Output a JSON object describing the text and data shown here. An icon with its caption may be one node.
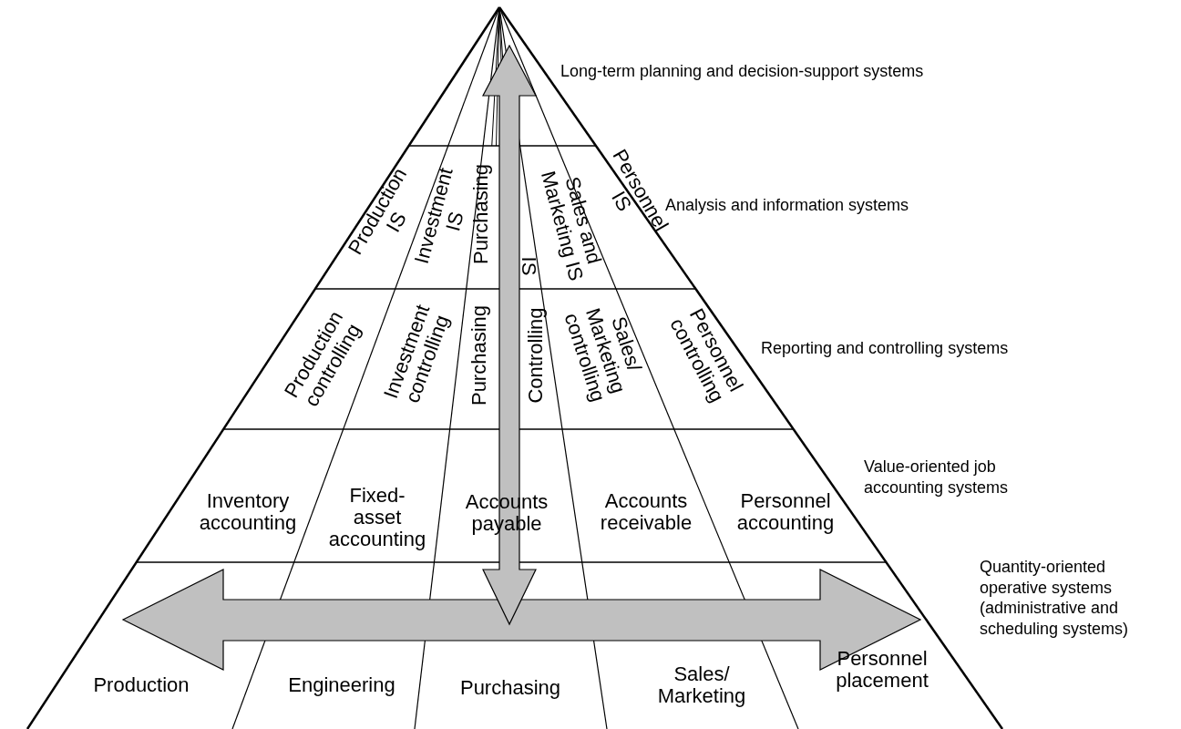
{
  "diagram": {
    "labels": [
      "Long-term planning and decision-support systems",
      "Production IS",
      "Investment IS",
      "Purchasing",
      "IS",
      "Sales and Marketing IS",
      "Personnel IS",
      "Analysis and information systems",
      "Production controlling",
      "Investment controlling",
      "Purchasing",
      "Controlling",
      "Sales/ Marketing controlling",
      "Personnel controlling",
      "Reporting and controlling systems",
      "Inventory accounting",
      "Fixed- asset accounting",
      "Accounts payable",
      "Accounts receivable",
      "Personnel accounting",
      "Value-oriented job accounting systems",
      "Quantity-oriented operative systems (administrative and scheduling systems)",
      "Production",
      "Engineering",
      "Purchasing",
      "Sales/ Marketing",
      "Personnel placement"
    ]
  }
}
